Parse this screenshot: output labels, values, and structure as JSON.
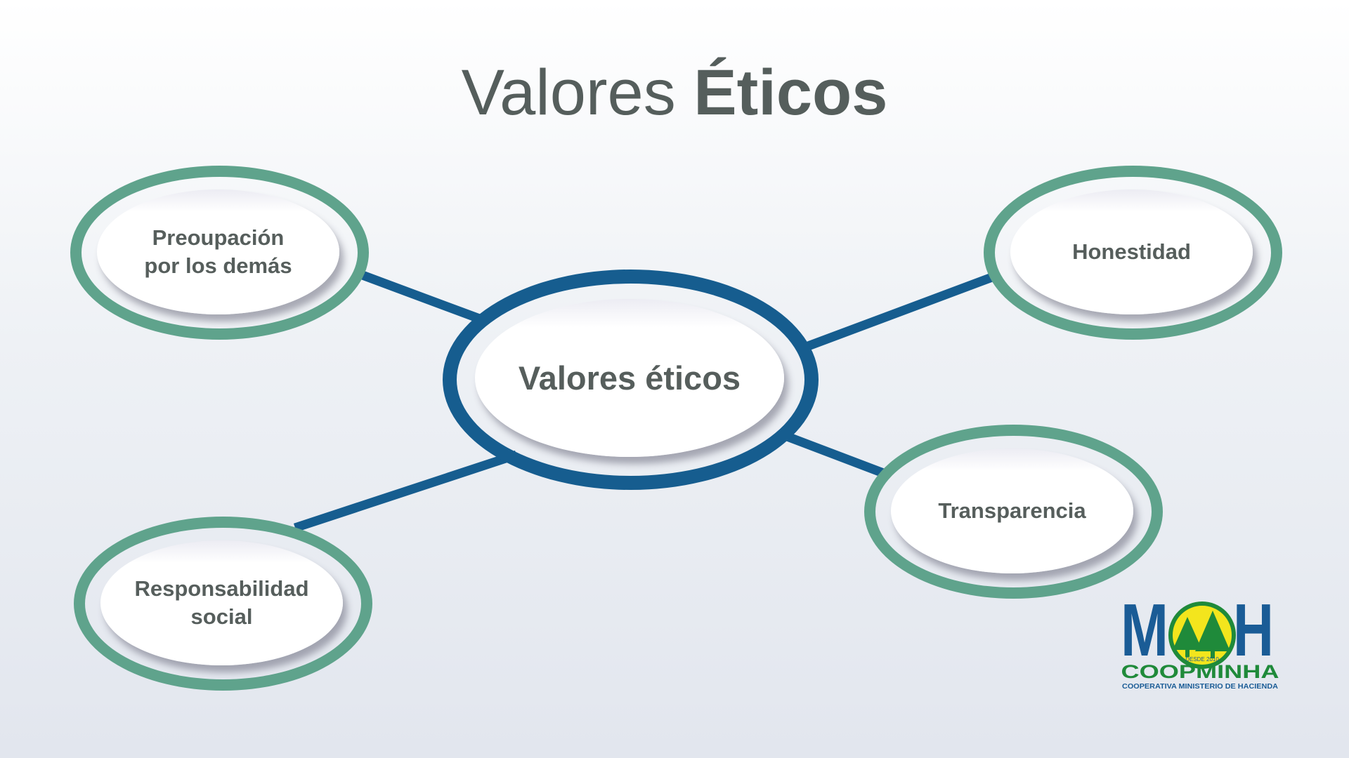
{
  "title": {
    "part1": "Valores",
    "part2": "Éticos"
  },
  "center": {
    "label": "Valores éticos"
  },
  "nodes": {
    "preocupacion": {
      "line1": "Preoupación",
      "line2": "por los demás"
    },
    "honestidad": {
      "label": "Honestidad"
    },
    "transparencia": {
      "label": "Transparencia"
    },
    "responsabilidad": {
      "line1": "Responsabilidad",
      "line2": "social"
    }
  },
  "logo": {
    "letters_left": "M",
    "letters_right": "H",
    "since": "DESDE 2010",
    "name": "COOPMINHA",
    "tagline": "COOPERATIVA MINISTERIO DE HACIENDA"
  },
  "colors": {
    "ring_green": "#5fa38c",
    "ring_blue": "#165d8f",
    "connector": "#165d8f",
    "text": "#565e5c",
    "logo_blue": "#1a5c96",
    "logo_green": "#1f8a3a",
    "logo_yellow": "#f3e51d"
  }
}
